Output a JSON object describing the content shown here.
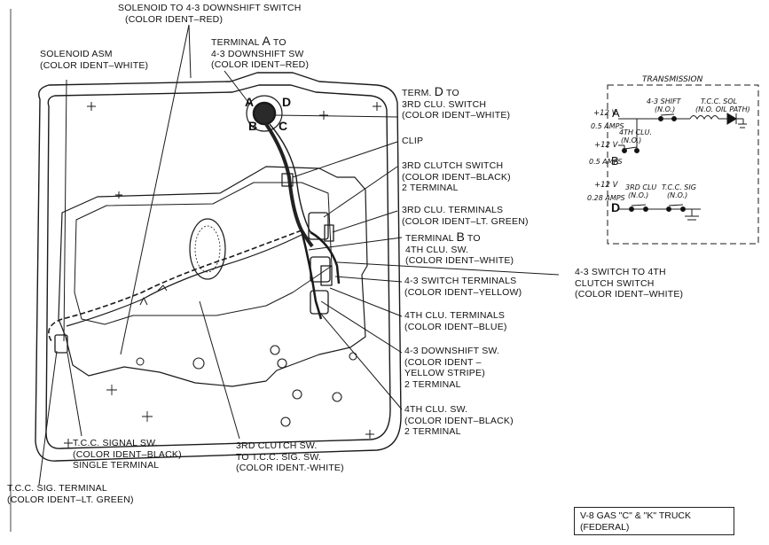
{
  "labels": {
    "solenoid_to_43": [
      "SOLENOID TO 4-3 DOWNSHIFT SWITCH",
      "(COLOR IDENT–RED)"
    ],
    "terminal_a": [
      "TERMINAL",
      "A",
      "TO",
      "4-3 DOWNSHIFT SW",
      "(COLOR IDENT–RED)"
    ],
    "solenoid_asm": [
      "SOLENOID ASM",
      "(COLOR IDENT–WHITE)"
    ],
    "term_d": [
      "TERM.",
      "D",
      "TO",
      "3RD CLU. SWITCH",
      "(COLOR IDENT–WHITE)"
    ],
    "clip": [
      "CLIP"
    ],
    "third_clutch_switch": [
      "3RD CLUTCH SWITCH",
      "(COLOR IDENT–BLACK)",
      "2 TERMINAL"
    ],
    "third_clu_terminals": [
      "3RD CLU. TERMINALS",
      "(COLOR IDENT–LT. GREEN)"
    ],
    "terminal_b": [
      "TERMINAL",
      "B",
      "TO",
      "4TH CLU. SW.",
      "(COLOR IDENT–WHITE)"
    ],
    "switch_43_to_4th": [
      "4-3 SWITCH TO 4TH",
      "CLUTCH SWITCH",
      "(COLOR IDENT–WHITE)"
    ],
    "switch_43_terminals": [
      "4-3 SWITCH TERMINALS",
      "(COLOR IDENT–YELLOW)"
    ],
    "fourth_clu_terminals": [
      "4TH CLU. TERMINALS",
      "(COLOR IDENT–BLUE)"
    ],
    "downshift_43": [
      "4-3 DOWNSHIFT SW.",
      "(COLOR IDENT –",
      "YELLOW STRIPE)",
      "2 TERMINAL"
    ],
    "fourth_clu_sw": [
      "4TH CLU. SW.",
      "(COLOR IDENT–BLACK)",
      "2 TERMINAL"
    ],
    "tcc_signal_sw": [
      "T.C.C. SIGNAL SW.",
      "(COLOR IDENT–BLACK)",
      "SINGLE TERMINAL"
    ],
    "third_clutch_to_tcc": [
      "3RD CLUTCH SW.",
      "TO T.C.C. SIG. SW.",
      "(COLOR IDENT.-WHITE)"
    ],
    "tcc_sig_terminal": [
      "T.C.C. SIG. TERMINAL",
      "(COLOR IDENT–LT. GREEN)"
    ]
  },
  "connector_letters": [
    "A",
    "D",
    "B",
    "C"
  ],
  "schematic": {
    "title": "TRANSMISSION",
    "row_a": {
      "terminal": "A",
      "voltage": "+12 V",
      "current": "0.5 AMPS",
      "switch": "4-3 SHIFT",
      "switch_state": "(N.O.)",
      "solenoid": "T.C.C. SOL",
      "solenoid_note": "(N.O. OIL PATH)"
    },
    "row_b": {
      "terminal": "B",
      "voltage": "+12 V",
      "current": "0.5 AMPS",
      "switch": "4TH CLU.",
      "switch_state": "(N.O.)"
    },
    "row_d": {
      "terminal": "D",
      "voltage": "+12 V",
      "current": "0.28 AMPS",
      "switch1": "3RD CLU",
      "switch1_state": "(N.O.)",
      "switch2": "T.C.C. SIG",
      "switch2_state": "(N.O.)"
    }
  },
  "truck_box": [
    "V-8 GAS \"C\" & \"K\" TRUCK",
    "(FEDERAL)"
  ]
}
